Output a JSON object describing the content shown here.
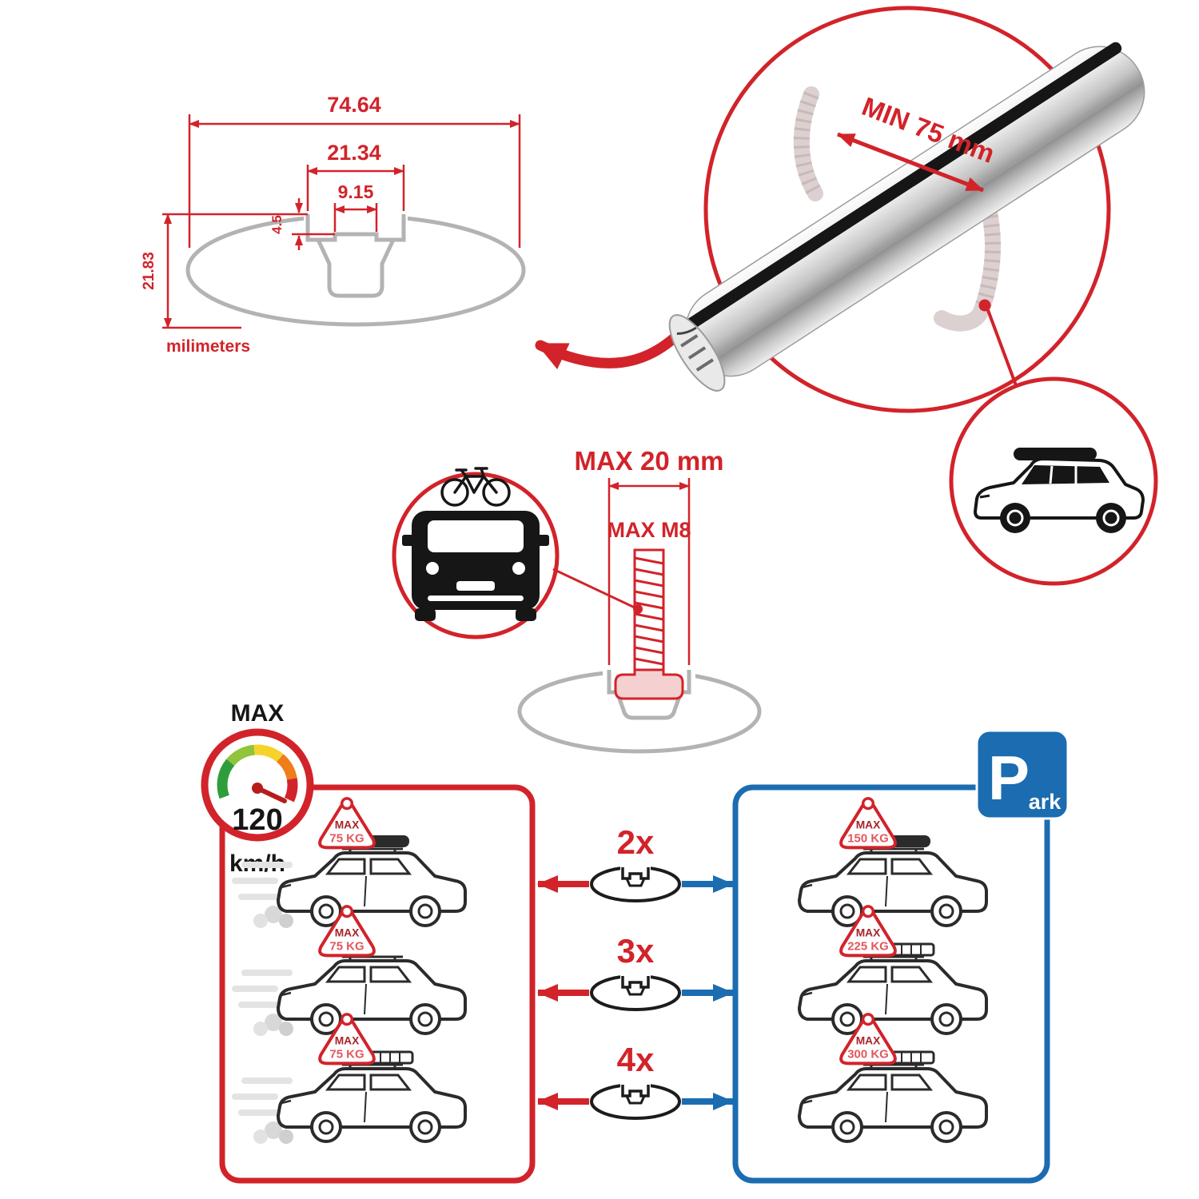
{
  "colors": {
    "red": "#d2232a",
    "blue": "#1b6cb0",
    "gray": "#b3b3b3",
    "ink": "#161616",
    "silver": "#c4c4c4"
  },
  "profile_dimensions": {
    "total_width": "74.64",
    "slot_outer_width": "21.34",
    "slot_inner_width": "9.15",
    "slot_step_depth": "4.5",
    "total_height": "21.83",
    "units_label": "milimeters"
  },
  "bar_closeup": {
    "min_clamp_span": "MIN 75 mm"
  },
  "bolt": {
    "max_width": "MAX 20 mm",
    "max_thread": "MAX M8"
  },
  "speed_gauge": {
    "label": "MAX",
    "value": "120",
    "unit": "km/h"
  },
  "park_sign": {
    "initial": "P",
    "rest": "ark"
  },
  "driving_cars": [
    {
      "tag_label": "MAX",
      "tag_value": "75 KG"
    },
    {
      "tag_label": "MAX",
      "tag_value": "75 KG"
    },
    {
      "tag_label": "MAX",
      "tag_value": "75 KG"
    }
  ],
  "parked_cars": [
    {
      "tag_label": "MAX",
      "tag_value": "150 KG"
    },
    {
      "tag_label": "MAX",
      "tag_value": "225 KG"
    },
    {
      "tag_label": "MAX",
      "tag_value": "300 KG"
    }
  ],
  "bar_rows": [
    {
      "count": "2x"
    },
    {
      "count": "3x"
    },
    {
      "count": "4x"
    }
  ]
}
